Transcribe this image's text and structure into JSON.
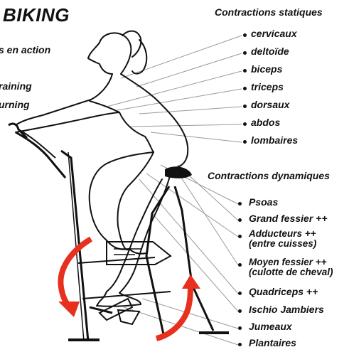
{
  "title": "BIKING",
  "left_texts": [
    "s en action",
    "raining",
    "urning"
  ],
  "static": {
    "header": "Contractions statiques",
    "items": [
      "cervicaux",
      "deltoïde",
      "biceps",
      "triceps",
      "dorsaux",
      "abdos",
      "lombaires"
    ]
  },
  "dynamic": {
    "header": "Contractions dynamiques",
    "items": [
      {
        "line1": "Psoas",
        "line2": ""
      },
      {
        "line1": "Grand fessier ++",
        "line2": ""
      },
      {
        "line1": "Adducteurs ++",
        "line2": "(entre cuisses)"
      },
      {
        "line1": "Moyen fessier ++",
        "line2": "(culotte de cheval)"
      },
      {
        "line1": "Quadriceps ++",
        "line2": ""
      },
      {
        "line1": "Ischio Jambiers",
        "line2": ""
      },
      {
        "line1": "Jumeaux",
        "line2": ""
      },
      {
        "line1": "Plantaires",
        "line2": ""
      }
    ]
  },
  "colors": {
    "arrow": "#e8301f",
    "ink": "#111111",
    "leader": "#9a9a9a"
  }
}
